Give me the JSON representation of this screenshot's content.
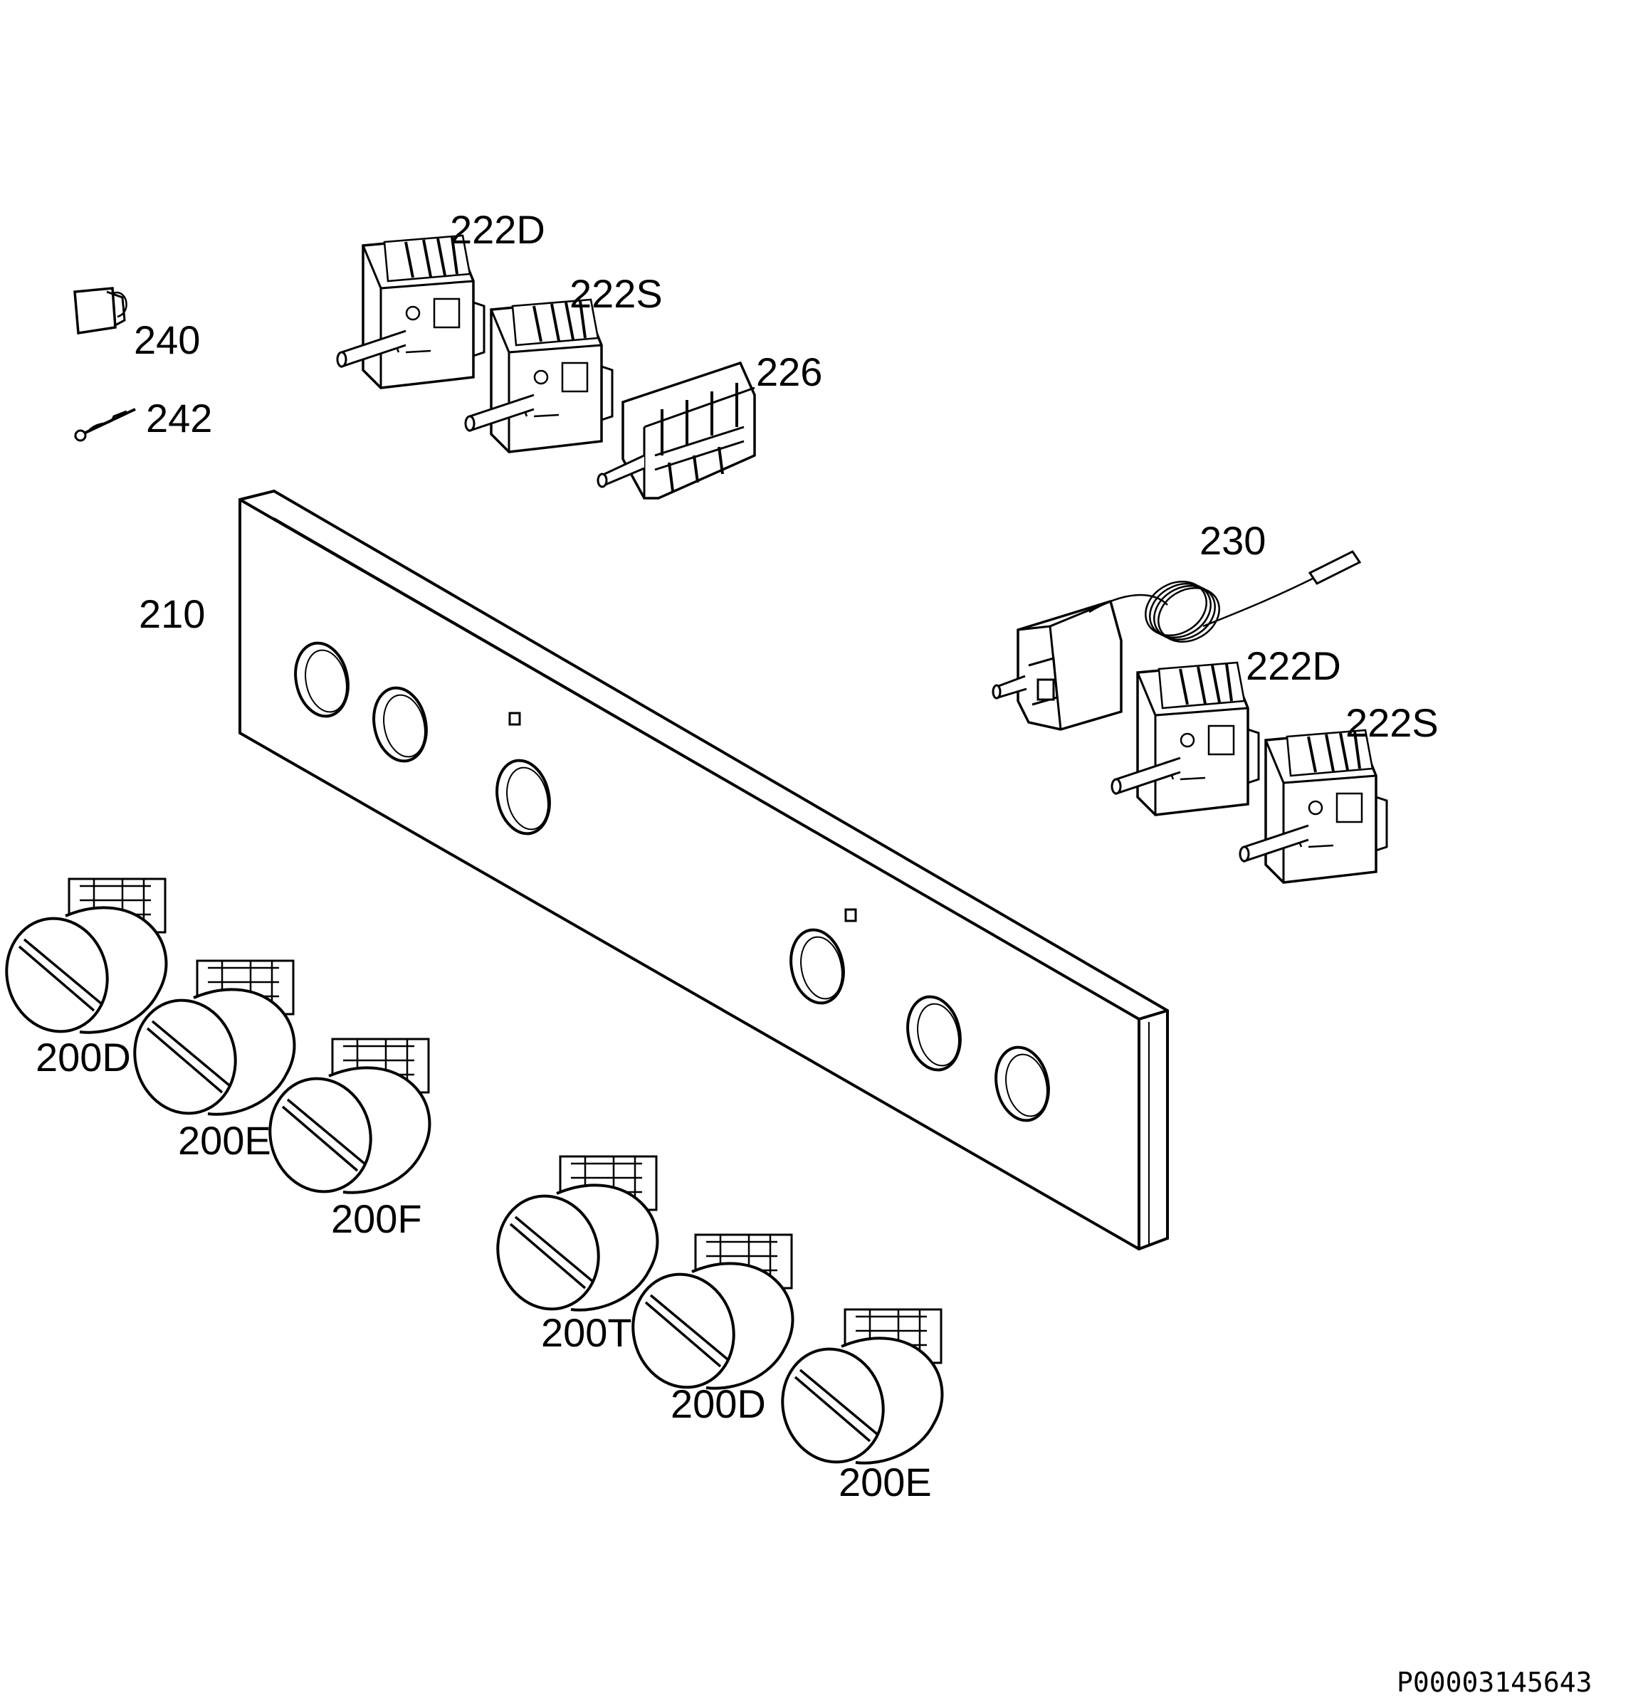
{
  "drawing": {
    "code": "P00003145643",
    "labels": {
      "c240": "240",
      "c242": "242",
      "c222D_a": "222D",
      "c222S_a": "222S",
      "c226": "226",
      "c210": "210",
      "c230": "230",
      "c222D_b": "222D",
      "c222S_b": "222S",
      "c200D_a": "200D",
      "c200E_a": "200E",
      "c200F": "200F",
      "c200T": "200T",
      "c200D_b": "200D",
      "c200E_b": "200E"
    }
  }
}
